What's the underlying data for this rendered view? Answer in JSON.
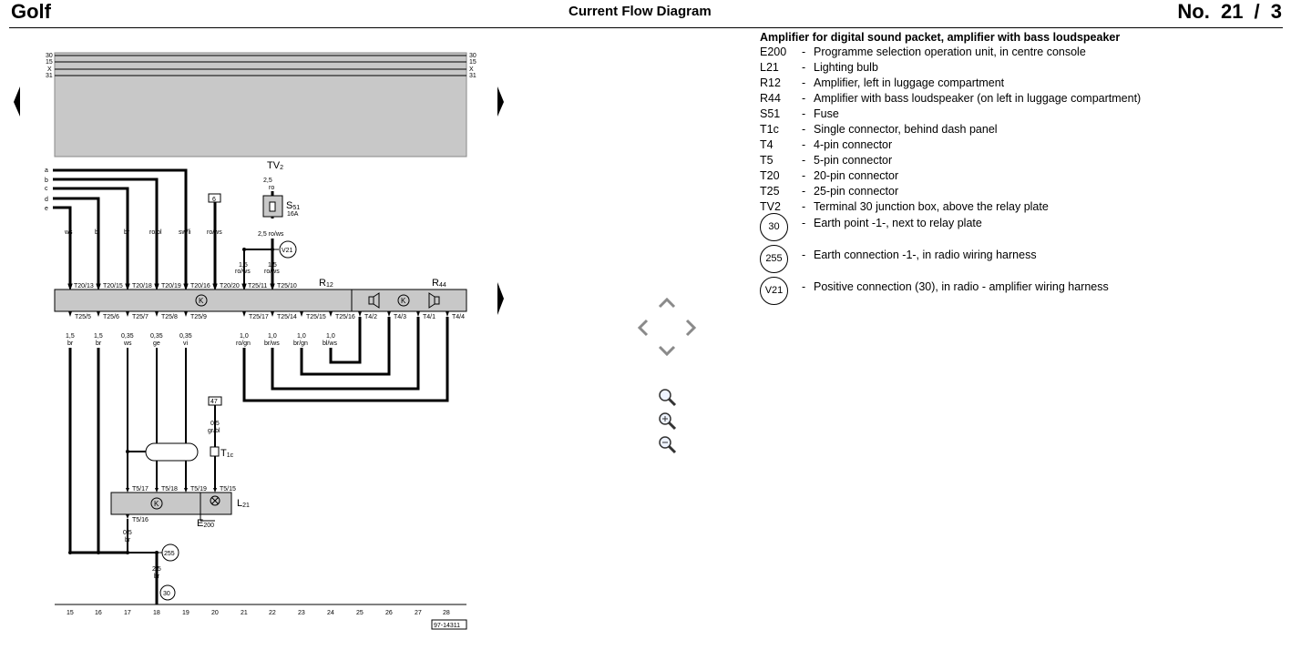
{
  "header": {
    "model": "Golf",
    "title": "Current Flow Diagram",
    "number": "No.  21 / 3"
  },
  "diagram": {
    "rails_left": [
      "30",
      "15",
      "X",
      "31"
    ],
    "rails_right": [
      "30",
      "15",
      "X",
      "31"
    ],
    "branch_letters": [
      "a",
      "b",
      "c",
      "d",
      "e"
    ],
    "top_wire_colors": [
      "ws",
      "bl",
      "br",
      "ro/bl",
      "sw/li",
      "ro/ws"
    ],
    "top_pins": [
      "T20/13",
      "T20/15",
      "T20/18",
      "T20/19",
      "T20/16",
      "T20/20",
      "T25/11",
      "T25/10"
    ],
    "tv2_label": "TV",
    "tv2_sub": "2",
    "tv2_wire": [
      "2,5",
      "ro"
    ],
    "s51_label": "S",
    "s51_sub": "51",
    "s51_rating": "16A",
    "s51_out_wire": "2,5 ro/ws",
    "box_6": "6",
    "v21": "V21",
    "wire_15_a": [
      "1,5",
      "ro/ws"
    ],
    "wire_15_b": [
      "1,5",
      "ro/ws"
    ],
    "r12_label": "R",
    "r12_sub": "12",
    "r44_label": "R",
    "r44_sub": "44",
    "bottom_pins": [
      "T25/5",
      "T25/6",
      "T25/7",
      "T25/8",
      "T25/9",
      "T25/17",
      "T25/14",
      "T25/15",
      "T25/16",
      "T4/2",
      "T4/3",
      "T4/1",
      "T4/4"
    ],
    "bottom_wires": [
      [
        "1,5",
        "br"
      ],
      [
        "1,5",
        "br"
      ],
      [
        "0,35",
        "ws"
      ],
      [
        "0,35",
        "ge"
      ],
      [
        "0,35",
        "vi"
      ],
      [
        "1,0",
        "ro/gn"
      ],
      [
        "1,0",
        "br/ws"
      ],
      [
        "1,0",
        "br/gn"
      ],
      [
        "1,0",
        "bl/ws"
      ]
    ],
    "box_47": "47",
    "wire_47": [
      "0,5",
      "gr/bl"
    ],
    "t1c_label": "T",
    "t1c_sub": "1c",
    "e200_pins": [
      "T5/17",
      "T5/18",
      "T5/19",
      "T5/15"
    ],
    "l21_label": "L",
    "l21_sub": "21",
    "e200_label": "E",
    "e200_sub": "200",
    "t516": "T5/16",
    "wire_05br": [
      "0,5",
      "br"
    ],
    "earth_255": "255",
    "wire_25br": [
      "2,5",
      "br"
    ],
    "earth_30": "30",
    "tracks": [
      "15",
      "16",
      "17",
      "18",
      "19",
      "20",
      "21",
      "22",
      "23",
      "24",
      "25",
      "26",
      "27",
      "28"
    ],
    "ref": "97-14311"
  },
  "legend": {
    "title": "Amplifier for digital sound packet, amplifier with bass loudspeaker",
    "items": [
      {
        "code": "E200",
        "desc": "Programme selection operation unit, in centre console"
      },
      {
        "code": "L21",
        "desc": "Lighting bulb"
      },
      {
        "code": "R12",
        "desc": "Amplifier, left in luggage compartment"
      },
      {
        "code": "R44",
        "desc": "Amplifier with bass loudspeaker (on left in luggage compartment)"
      },
      {
        "code": "S51",
        "desc": "Fuse"
      },
      {
        "code": "T1c",
        "desc": "Single connector, behind dash panel"
      },
      {
        "code": "T4",
        "desc": "4-pin connector"
      },
      {
        "code": "T5",
        "desc": "5-pin connector"
      },
      {
        "code": "T20",
        "desc": "20-pin connector"
      },
      {
        "code": "T25",
        "desc": "25-pin connector"
      },
      {
        "code": "TV2",
        "desc": "Terminal 30 junction box, above the relay plate"
      }
    ],
    "circle_items": [
      {
        "code": "30",
        "desc": "Earth point -1-, next to relay plate"
      },
      {
        "code": "255",
        "desc": "Earth connection -1-, in radio wiring harness"
      },
      {
        "code": "V21",
        "desc": "Positive connection (30), in radio - amplifier wiring harness"
      }
    ]
  },
  "controls": {
    "icons": [
      "nav-up-icon",
      "nav-left-icon",
      "nav-right-icon",
      "nav-down-icon",
      "zoom-icon",
      "zoom-in-icon",
      "zoom-out-icon"
    ]
  }
}
